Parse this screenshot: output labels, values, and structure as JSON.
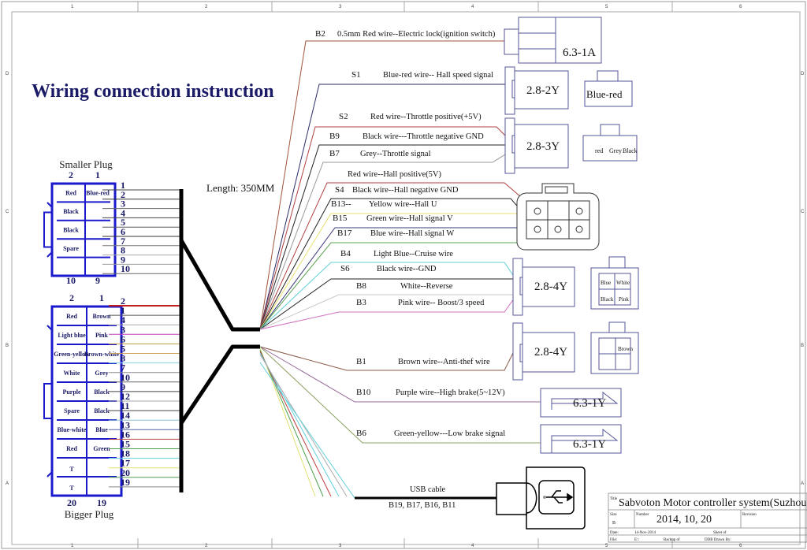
{
  "title": "Wiring connection instruction",
  "length_label": "Length:  350MM",
  "ruler": {
    "columns": [
      "1",
      "2",
      "3",
      "4",
      "5",
      "6"
    ],
    "rows": [
      "D",
      "C",
      "B",
      "A"
    ]
  },
  "smaller_plug": {
    "label": "Smaller Plug",
    "top_numbers": [
      "2",
      "1"
    ],
    "bottom_numbers": [
      "10",
      "9"
    ],
    "cells": [
      [
        "Red",
        "Blue-red"
      ],
      [
        "Black",
        ""
      ],
      [
        "Black",
        ""
      ],
      [
        "Spare",
        ""
      ],
      [
        "",
        ""
      ]
    ],
    "pins": [
      "1",
      "2",
      "3",
      "4",
      "5",
      "6",
      "7",
      "8",
      "9",
      "10"
    ]
  },
  "bigger_plug": {
    "label": "Bigger Plug",
    "top_numbers": [
      "2",
      "1"
    ],
    "bottom_numbers": [
      "20",
      "19"
    ],
    "cells": [
      [
        "Red",
        "Brown"
      ],
      [
        "Light blue",
        "Pink"
      ],
      [
        "Green-yellow",
        "Brown-white"
      ],
      [
        "White",
        "Grey"
      ],
      [
        "Purple",
        "Black"
      ],
      [
        "Spare",
        "Black"
      ],
      [
        "Blue-white",
        "Blue"
      ],
      [
        "Red",
        "Green"
      ],
      [
        "T",
        ""
      ],
      [
        "T",
        ""
      ]
    ],
    "pins": [
      "2",
      "1",
      "4",
      "3",
      "6",
      "5",
      "8",
      "7",
      "10",
      "9",
      "12",
      "11",
      "14",
      "13",
      "16",
      "15",
      "18",
      "17",
      "20",
      "19"
    ]
  },
  "wires": [
    {
      "code": "B2",
      "desc": "0.5mm Red wire--Electric lock(ignition switch)",
      "color": "#a0523a"
    },
    {
      "code": "S1",
      "desc": "Blue-red wire-- Hall speed signal",
      "color": "#2a2a6a"
    },
    {
      "code": "S2",
      "desc": "Red wire--Throttle positive(+5V)",
      "color": "#b04040"
    },
    {
      "code": "B9",
      "desc": "Black wire---Throttle negative GND",
      "color": "#222222"
    },
    {
      "code": "B7",
      "desc": "Grey--Throttle signal",
      "color": "#999999"
    },
    {
      "code": "",
      "desc": "Red wire--Hall positive(5V)",
      "color": "#b04040"
    },
    {
      "code": "S4",
      "desc": "Black wire--Hall negative  GND",
      "color": "#222222"
    },
    {
      "code": "B13--",
      "desc": "Yellow wire--Hall U",
      "color": "#e8e070"
    },
    {
      "code": "B15",
      "desc": "Green wire--Hall signal V",
      "color": "#3a3a7a"
    },
    {
      "code": "B17",
      "desc": "Blue wire--Hall signal W",
      "color": "#5aa050"
    },
    {
      "code": "B4",
      "desc": "Light Blue--Cruise  wire",
      "color": "#60d0d8"
    },
    {
      "code": "S6",
      "desc": "Black wire--GND",
      "color": "#222222"
    },
    {
      "code": "B8",
      "desc": "White--Reverse",
      "color": "#c8c8c8"
    },
    {
      "code": "B3",
      "desc": "Pink wire-- Boost/3 speed",
      "color": "#d070c0"
    },
    {
      "code": "B1",
      "desc": "Brown wire--Anti-thef wire",
      "color": "#8a5a4a"
    },
    {
      "code": "B10",
      "desc": "Purple wire--High brake(5~12V)",
      "color": "#9a6a9a"
    },
    {
      "code": "B6",
      "desc": "Green-yellow---Low brake signal",
      "color": "#8aa060"
    }
  ],
  "connectors": {
    "c1": "6.3-1A",
    "c2": "2.8-2Y",
    "c3": "2.8-3Y",
    "c4": "2.8-4Y",
    "c5": "2.8-4Y",
    "c6": "6.3-1Y",
    "c7": "6.3-1Y",
    "c2_face": "Blue-red",
    "c3_face": [
      "red",
      "Grey",
      "Black"
    ],
    "c4_face": [
      "Blue",
      "White",
      "Black",
      "Pink"
    ],
    "c5_face": "Brown"
  },
  "usb": {
    "label": "USB cable",
    "pins": "B19,  B17,  B16,  B11"
  },
  "title_block": {
    "title_caption": "Title",
    "title": "Sabvoton Motor controller system(Suzhou)Co",
    "size_caption": "Size",
    "size": "B",
    "number_caption": "Number",
    "number": "2014,  10,  20",
    "revision_caption": "Revision",
    "date_caption": "Date:",
    "date": "14-Nov-2014",
    "sheet_caption": "Sheet   of",
    "file_caption": "File:",
    "file": "E:\\",
    "backup_caption": "Backup of",
    "drawn_caption": "DDB Drawn By:"
  },
  "colors": {
    "navy": "#1a1a66",
    "frame": "#555588",
    "plug": "#1a1acc"
  }
}
